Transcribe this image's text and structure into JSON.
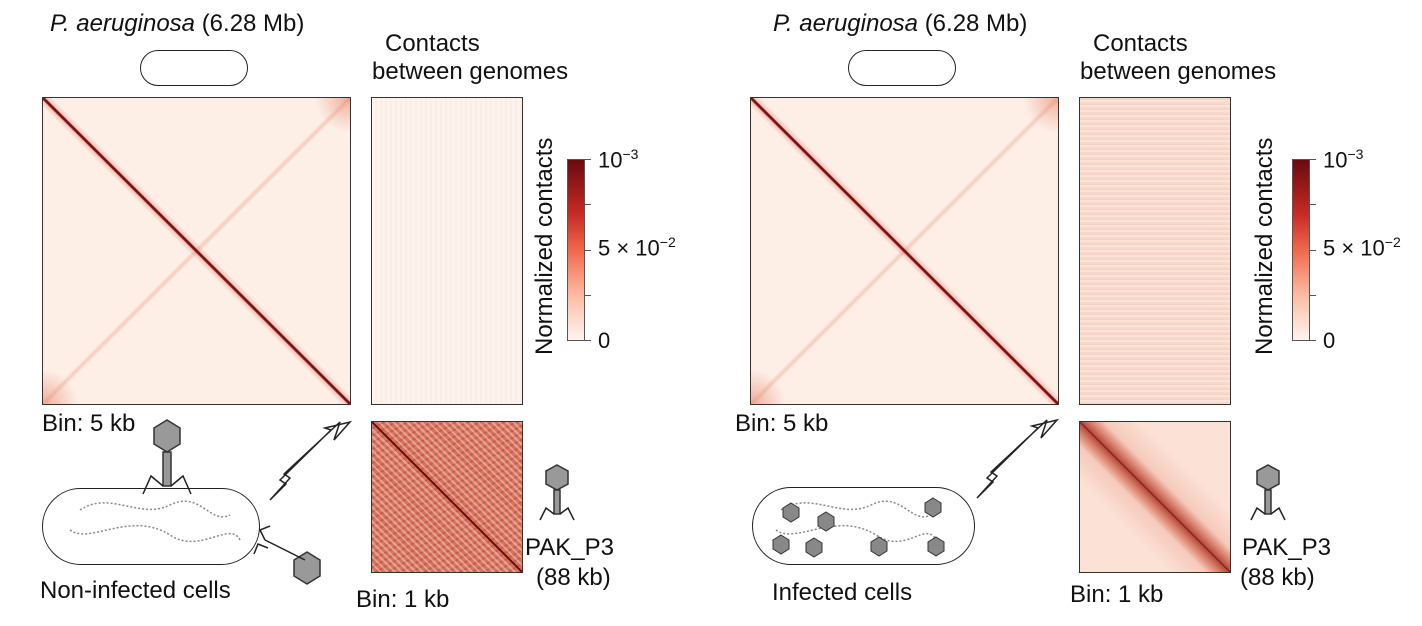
{
  "panels": [
    {
      "genome_title_italic": "P. aeruginosa",
      "genome_title_size": "(6.28 Mb)",
      "contacts_title_1": "Contacts",
      "contacts_title_2": "between genomes",
      "bin_host": "Bin: 5 kb",
      "bin_phage": "Bin: 1 kb",
      "phage_name": "PAK_P3",
      "phage_size": "(88 kb)",
      "cell_label": "Non-infected cells"
    },
    {
      "genome_title_italic": "P. aeruginosa",
      "genome_title_size": "(6.28 Mb)",
      "contacts_title_1": "Contacts",
      "contacts_title_2": "between genomes",
      "bin_host": "Bin: 5 kb",
      "bin_phage": "Bin: 1 kb",
      "phage_name": "PAK_P3",
      "phage_size": "(88 kb)",
      "cell_label": "Infected cells"
    }
  ],
  "colorbar": {
    "label": "Normalized contacts",
    "max_base": "10",
    "max_exp": "−3",
    "mid_base": "5 × 10",
    "mid_exp": "−2",
    "min": "0"
  },
  "colors": {
    "low": "#fff5f0",
    "high": "#6a0a0f"
  }
}
